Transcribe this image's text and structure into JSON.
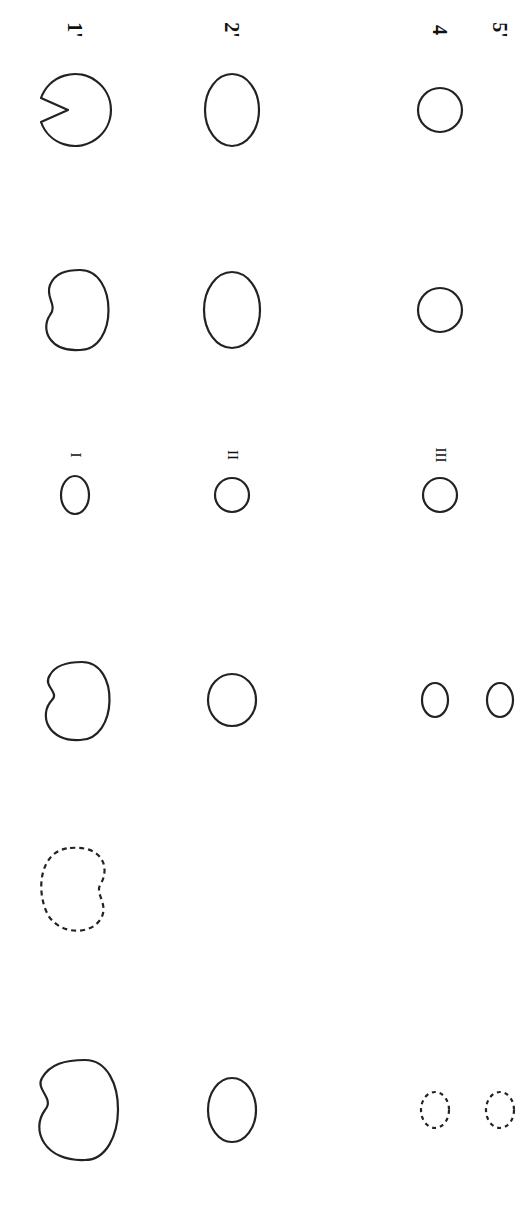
{
  "diagram": {
    "labels": [
      "1'",
      "2'",
      "4",
      "5'",
      "I",
      "II",
      "III"
    ]
  }
}
